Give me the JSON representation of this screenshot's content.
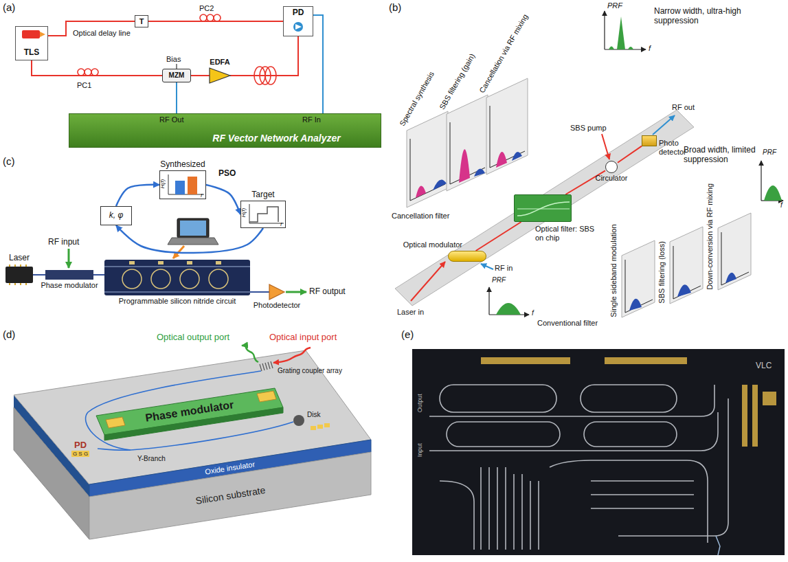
{
  "diagram": {
    "nodes": [
      {
        "text": [
          "TLS"
        ]
      },
      {
        "text": [
          "T"
        ]
      },
      {
        "text": [
          "MZM"
        ]
      },
      {
        "text": [
          "EDFA"
        ]
      },
      {
        "text": [
          "PD"
        ]
      },
      {
        "text": [
          "RF Vector Network Analyzer"
        ]
      },
      {
        "text": [
          "Optical modulator"
        ]
      },
      {
        "text": [
          "Optical filter: SBS on chip"
        ]
      },
      {
        "text": [
          "Circulator"
        ]
      },
      {
        "text": [
          "Photo detector"
        ]
      },
      {
        "text": [
          "Synthesized",
          "H(f)",
          "f"
        ]
      },
      {
        "text": [
          "k, φ"
        ]
      },
      {
        "text": [
          "Target",
          "H(f)",
          "f"
        ]
      },
      {
        "text": [
          "Laser"
        ]
      },
      {
        "text": [
          "Phase modulator"
        ]
      },
      {
        "text": [
          "Programmable silicon nitride circuit"
        ]
      },
      {
        "text": [
          "Photodetector"
        ]
      },
      {
        "text": [
          "Phase modulator"
        ]
      },
      {
        "text": [
          "PD",
          "G S G"
        ]
      },
      {
        "text": [
          "Oxide insulator"
        ]
      },
      {
        "text": [
          "Silicon substrate"
        ]
      }
    ],
    "edges": [
      {
        "from": 0,
        "to": 1,
        "arrow": "none"
      },
      {
        "from": 1,
        "to": 4,
        "arrow": "none"
      },
      {
        "from": 0,
        "to": 2,
        "arrow": "none"
      },
      {
        "from": 2,
        "to": 3,
        "arrow": "none"
      },
      {
        "from": 3,
        "to": 4,
        "arrow": "none"
      },
      {
        "from": 5,
        "to": 2,
        "arrow": "none"
      },
      {
        "from": 4,
        "to": 5,
        "arrow": "none"
      },
      {
        "from": 6,
        "to": 7,
        "arrow": "none"
      },
      {
        "from": 7,
        "to": 8,
        "arrow": "none"
      },
      {
        "from": 8,
        "to": 9,
        "arrow": "none"
      },
      {
        "from": 11,
        "to": 10,
        "arrow": "to"
      },
      {
        "from": 10,
        "to": 12,
        "arrow": "to"
      },
      {
        "from": 12,
        "to": 11,
        "arrow": "to"
      },
      {
        "from": 13,
        "to": 14,
        "arrow": "none"
      },
      {
        "from": 14,
        "to": 15,
        "arrow": "none"
      },
      {
        "from": 15,
        "to": 16,
        "arrow": "none"
      }
    ],
    "labels": [
      "(a)",
      "Optical delay line",
      "PC2",
      "Bias",
      "PC1",
      "RF Out",
      "RF In",
      "(b)",
      "PRF",
      "f",
      "Narrow width, ultra-high suppression",
      "Cancellation via RF mixing",
      "SBS filtering (gain)",
      "Spectral synthesis",
      "Cancellation filter",
      "SBS pump",
      "RF out",
      "Laser in",
      "RF in",
      "PRF",
      "f",
      "Broad width, limited suppression",
      "PRF",
      "f",
      "Down-conversion via RF mixing",
      "SBS filtering (loss)",
      "Single sideband modulation",
      "Conventional filter",
      "(c)",
      "PSO",
      "RF input",
      "RF output",
      "(d)",
      "Optical output port",
      "Optical input port",
      "Grating coupler array",
      "Y-Branch",
      "Disk",
      "(e)",
      "VLC",
      "Output",
      "Input"
    ]
  }
}
